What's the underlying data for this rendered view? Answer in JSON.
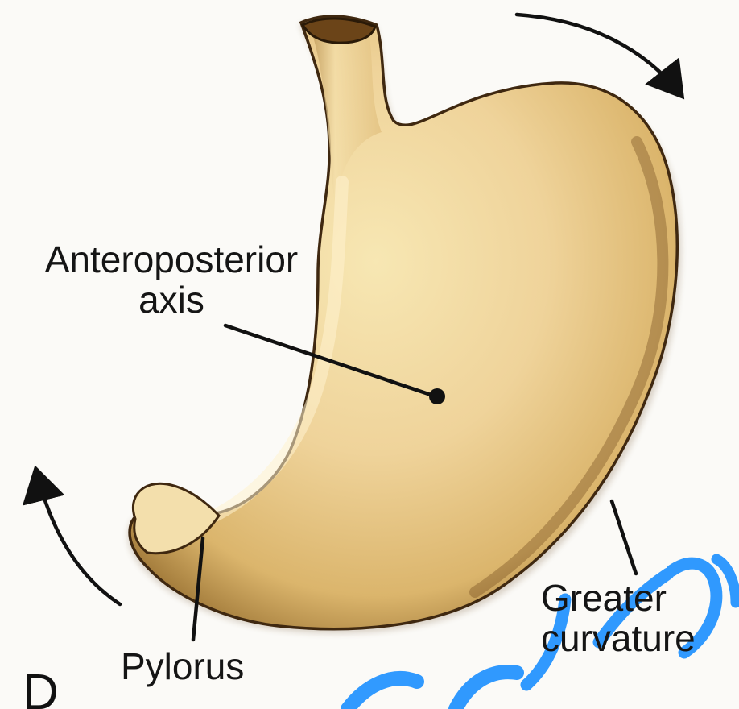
{
  "labels": {
    "anteroposterior_line1": "Anteroposterior",
    "anteroposterior_line2": "axis",
    "greater_line1": "Greater",
    "greater_line2": "curvature",
    "pylorus": "Pylorus",
    "panel": "D"
  },
  "icons": {
    "top_arrow": "clockwise-arrow-icon",
    "left_arrow": "counterclockwise-arrow-icon"
  },
  "colors": {
    "stomach_fill": "#f0d48f",
    "stomach_shadow": "#5e3c14",
    "stomach_outline": "#3f2810",
    "line_color": "#111111",
    "watermark_color": "#1b8fff",
    "background": "#fbfaf7"
  }
}
